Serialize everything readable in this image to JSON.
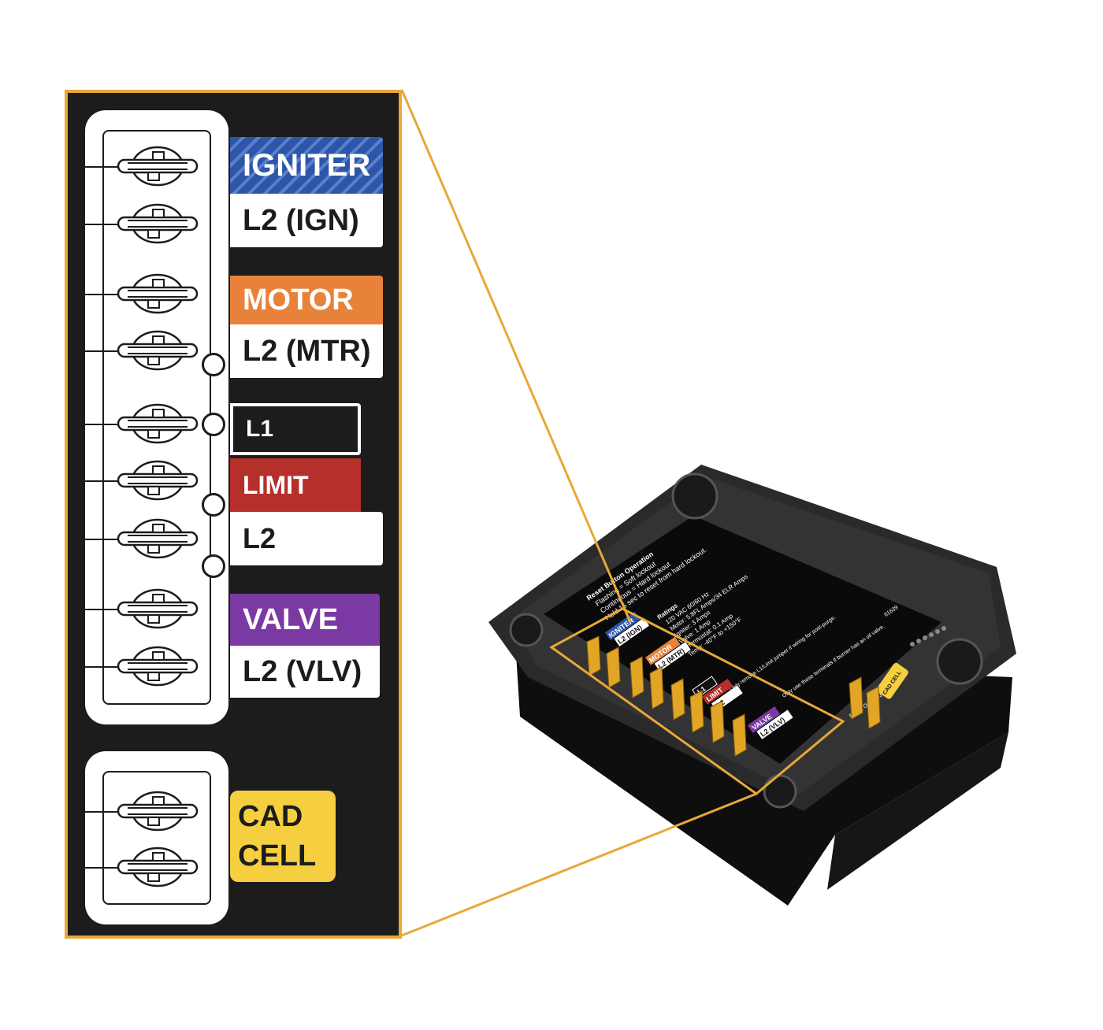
{
  "colors": {
    "frame": "#e8a838",
    "panel": "#1c1c1c",
    "igniter": "#2d56a8",
    "motor": "#e8823a",
    "limit": "#b52f2b",
    "valve": "#7b3aa3",
    "cad_cell": "#f5cf40"
  },
  "labels": {
    "igniter": "IGNITER",
    "l2_ign": "L2 (IGN)",
    "motor": "MOTOR",
    "l2_mtr": "L2 (MTR)",
    "l1": "L1",
    "limit": "LIMIT",
    "l2": "L2",
    "valve": "VALVE",
    "l2_vlv": "L2 (VLV)",
    "cad_line1": "CAD",
    "cad_line2": "CELL"
  },
  "device": {
    "reset_title": "Reset Button Operation",
    "reset_lines": [
      "Flashing = Soft lockout",
      "Continuous = Hard lockout",
      "Hold 15 sec to reset from hard lockout."
    ],
    "ratings_title": "Ratings",
    "ratings_lines": [
      "120 VAC 60/60 Hz",
      "Motor: 5.8FL Amps/34 ELR Amps",
      "Igniter: 3 Amps",
      "Valve: 1 Amp",
      "Thermostat: 0.1 Amp",
      "Temp: -40°F to +150°F"
    ],
    "note_limit": "Only remove L1/Limit jumper if wiring for post-purge.",
    "note_valve": "Only use these terminals if burner has an oil valve.",
    "address": "Elyria, OH 44036",
    "part_no": "61639",
    "tag_igniter": "IGNITER",
    "tag_l2_ign": "L2 (IGN)",
    "tag_motor": "MOTOR",
    "tag_l2_mtr": "L2 (MTR)",
    "tag_l1": "L1",
    "tag_limit": "LIMIT",
    "tag_l2": "L2",
    "tag_valve": "VALVE",
    "tag_l2_vlv": "L2 (VLV)",
    "tag_cad": "CAD CELL"
  }
}
